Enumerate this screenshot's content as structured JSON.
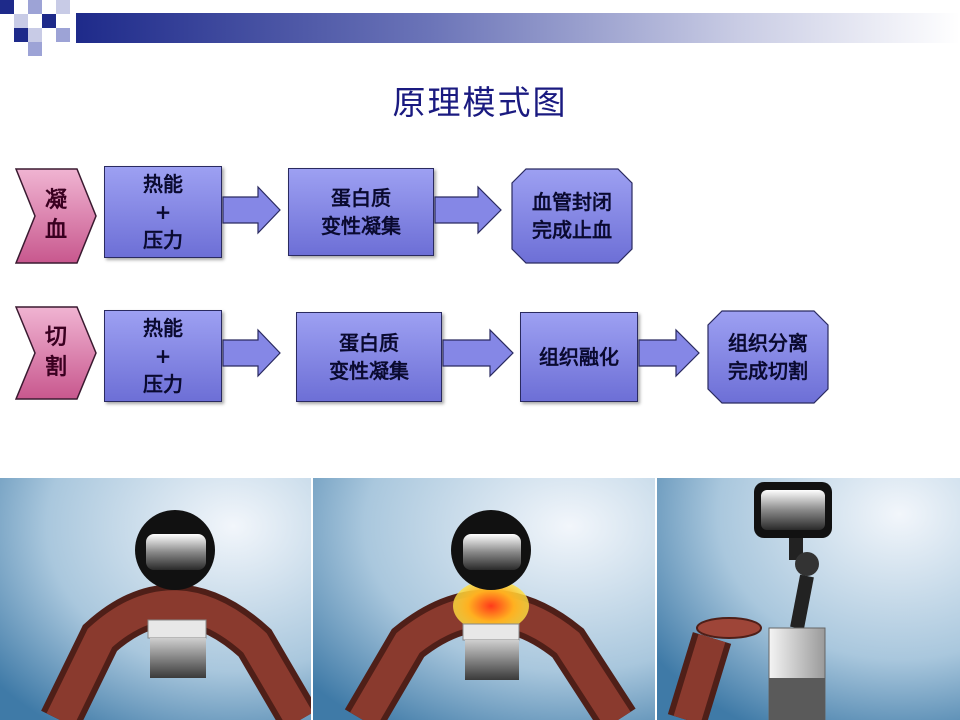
{
  "title": "原理模式图",
  "rows": [
    {
      "label": "凝\n血",
      "steps": [
        "热能\n+\n压力",
        "蛋白质\n变性凝集"
      ],
      "result": "血管封闭\n完成止血"
    },
    {
      "label": "切\n割",
      "steps": [
        "热能\n+\n压力",
        "蛋白质\n变性凝集",
        "组织融化"
      ],
      "result": "组织分离\n完成切割"
    }
  ],
  "illustrations": [
    {
      "icon": "jaw-compressing-vessel-illustration"
    },
    {
      "icon": "jaw-heating-vessel-illustration"
    },
    {
      "icon": "vessel-cut-separated-illustration"
    }
  ],
  "colors": {
    "box_fill": "#8587e6",
    "chevron_fill": "#e08ab6",
    "title": "#1a1a80",
    "vessel": "#7a3328"
  }
}
